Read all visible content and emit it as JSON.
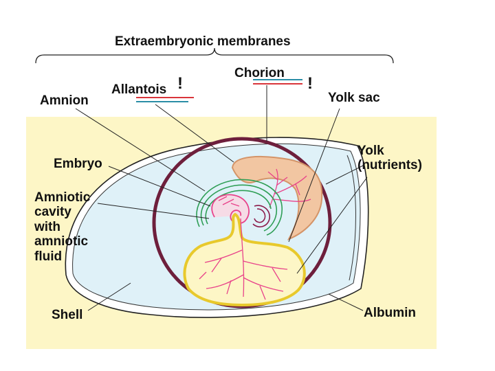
{
  "title": "Extraembryonic membranes",
  "labels": {
    "amnion": "Amnion",
    "allantois": "Allantois",
    "chorion": "Chorion",
    "yolk_sac": "Yolk sac",
    "embryo": "Embryo",
    "yolk": "Yolk",
    "yolk_note": "(nutrients)",
    "amniotic": [
      "Amniotic",
      "cavity",
      "with",
      "amniotic",
      "fluid"
    ],
    "shell": "Shell",
    "albumin": "Albumin"
  },
  "marks": {
    "exclaim": "!"
  },
  "colors": {
    "background_panel": "#fdf6c6",
    "albumin_fill": "#dff1f8",
    "chorion": "#6e1f3c",
    "allantois_fill": "#f2c6a2",
    "allantois_outline": "#d49468",
    "amnion": "#2e9e55",
    "yolk_sac": "#e8c92c",
    "vessels": "#e8428a",
    "marker_red": "#d9343a",
    "marker_teal": "#2a8da6"
  }
}
